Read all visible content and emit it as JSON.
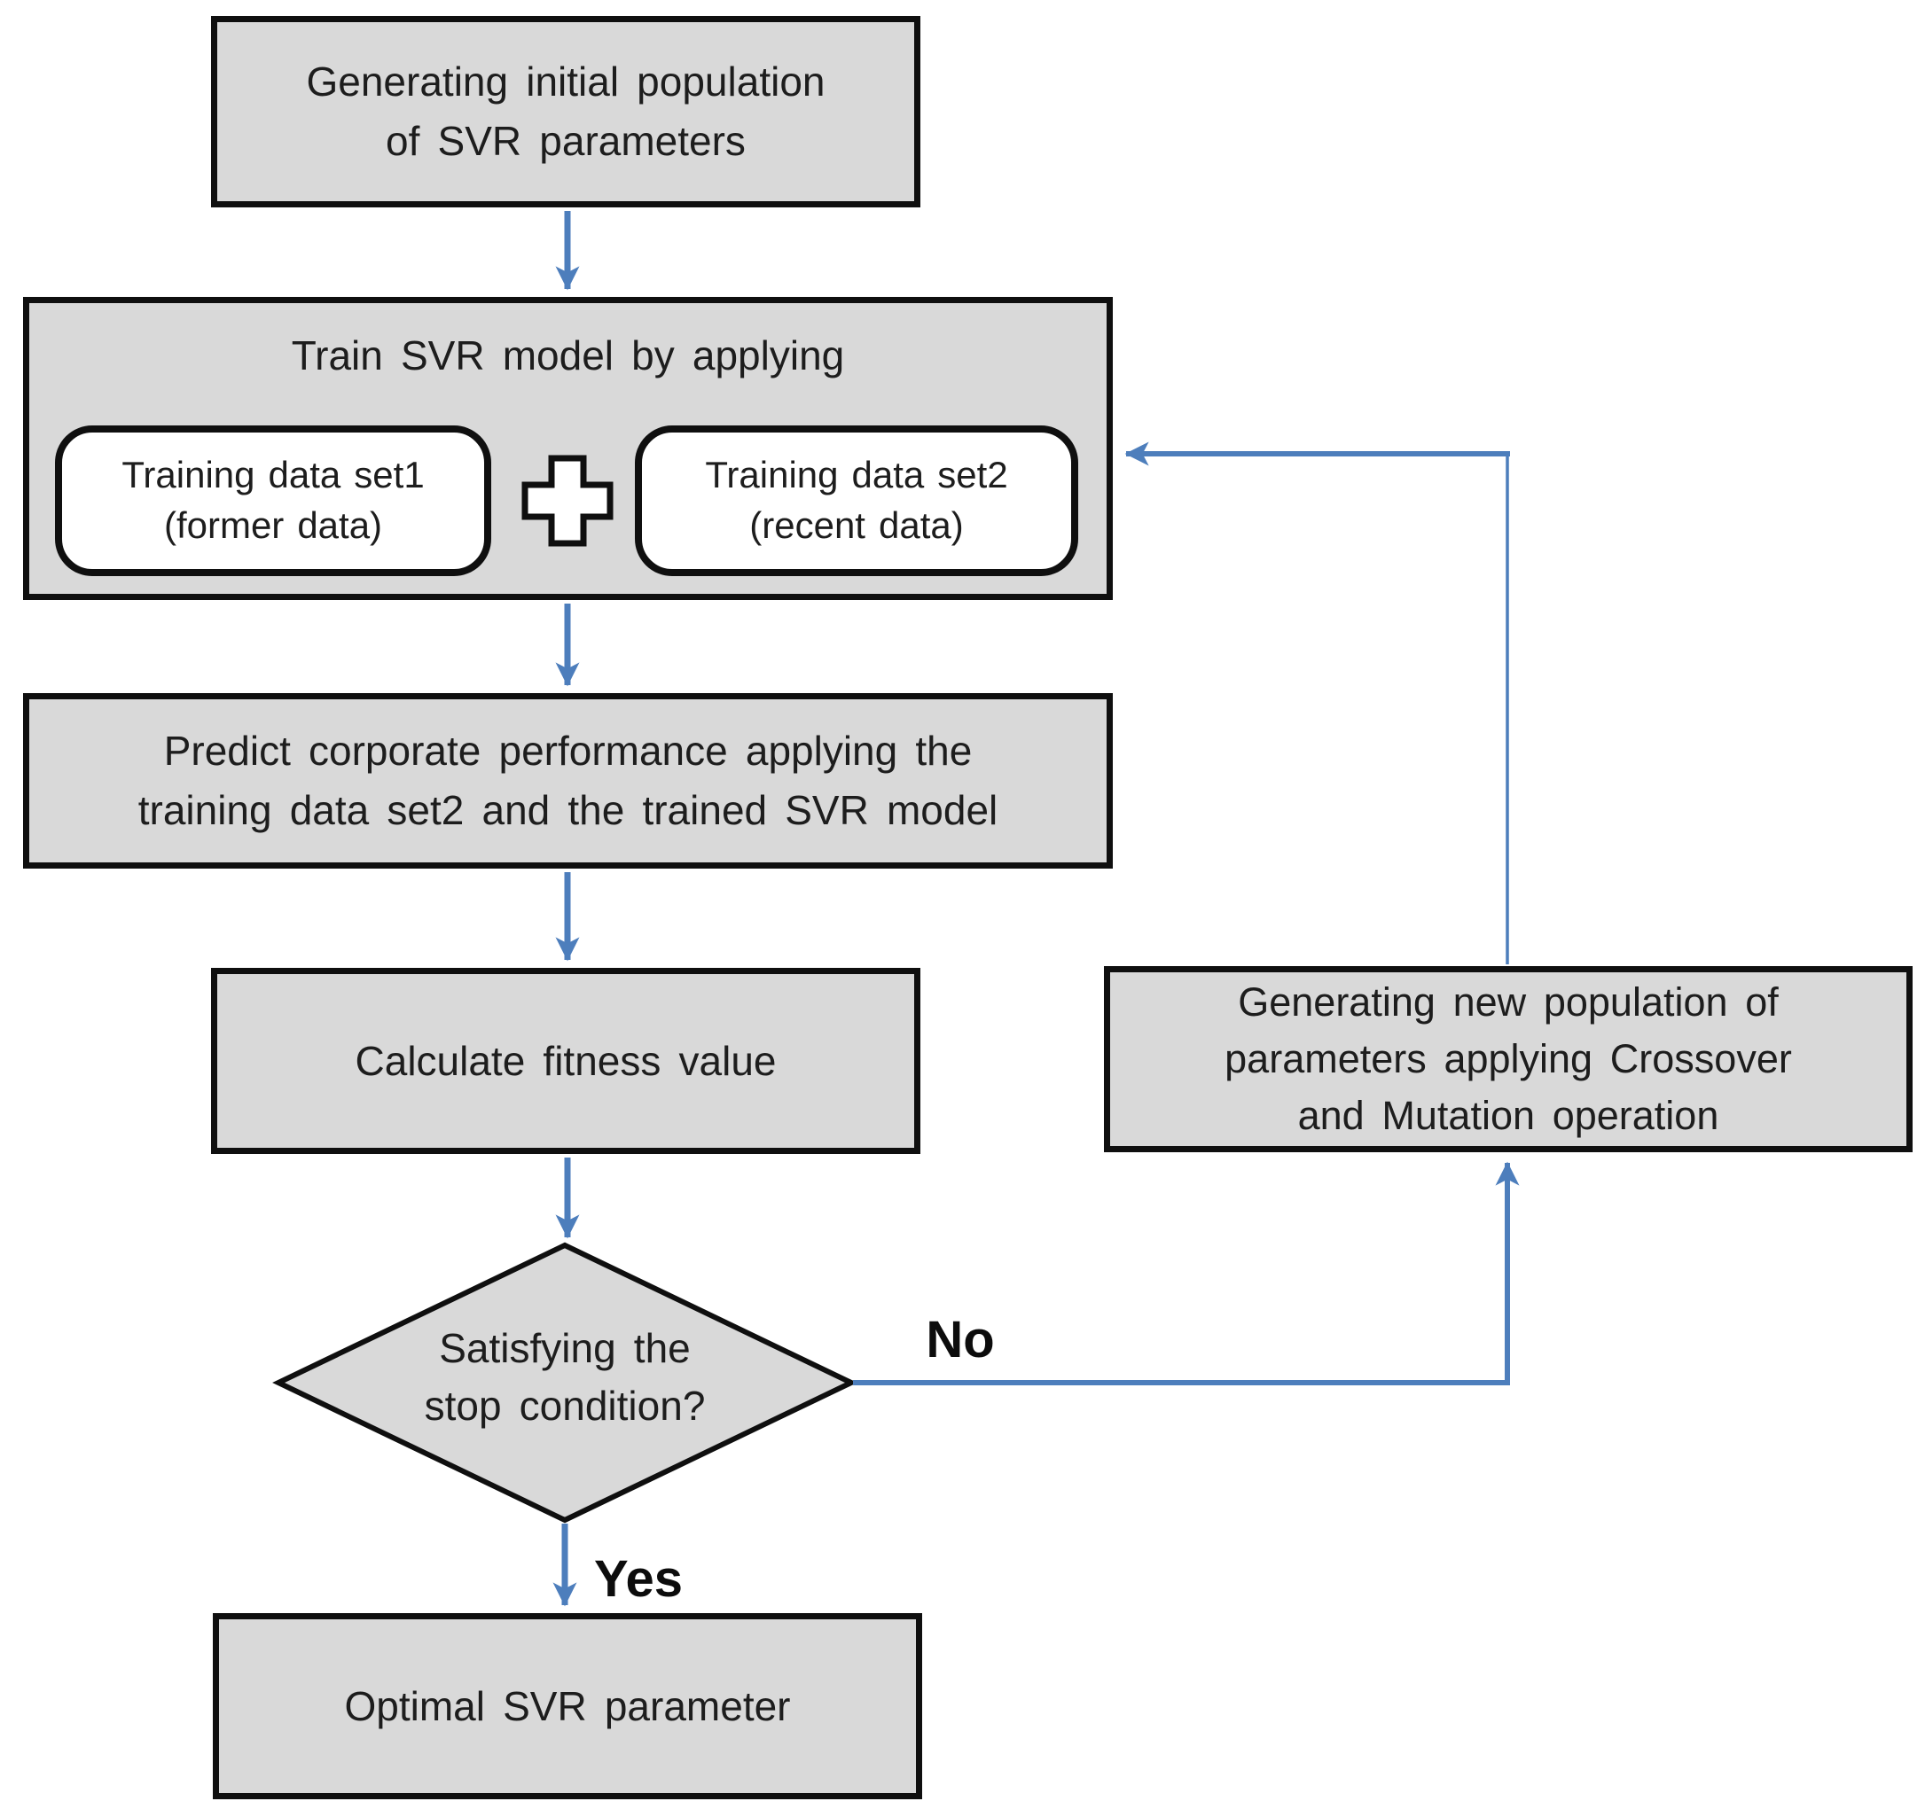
{
  "nodes": {
    "init": {
      "lines": [
        "Generating initial population",
        "of SVR parameters"
      ]
    },
    "train": {
      "title": "Train SVR model by applying",
      "set1": {
        "lines": [
          "Training data set1",
          "(former data)"
        ]
      },
      "set2": {
        "lines": [
          "Training data set2",
          "(recent data)"
        ]
      }
    },
    "predict": {
      "lines": [
        "Predict corporate performance applying the",
        "training data set2 and the trained SVR model"
      ]
    },
    "fitness": {
      "lines": [
        "Calculate fitness value"
      ]
    },
    "decision": {
      "lines": [
        "Satisfying the",
        "stop condition?"
      ]
    },
    "newpop": {
      "lines": [
        "Generating new population of",
        "parameters applying Crossover",
        "and Mutation operation"
      ]
    },
    "optimal": {
      "lines": [
        "Optimal SVR parameter"
      ]
    }
  },
  "labels": {
    "no": "No",
    "yes": "Yes"
  },
  "icons": {
    "combine": "plus-icon"
  },
  "colors": {
    "node_fill": "#d9d9d9",
    "node_border": "#0f0f0f",
    "subnode_fill": "#ffffff",
    "arrow": "#4d7ebc",
    "text": "#1d1d1d"
  }
}
